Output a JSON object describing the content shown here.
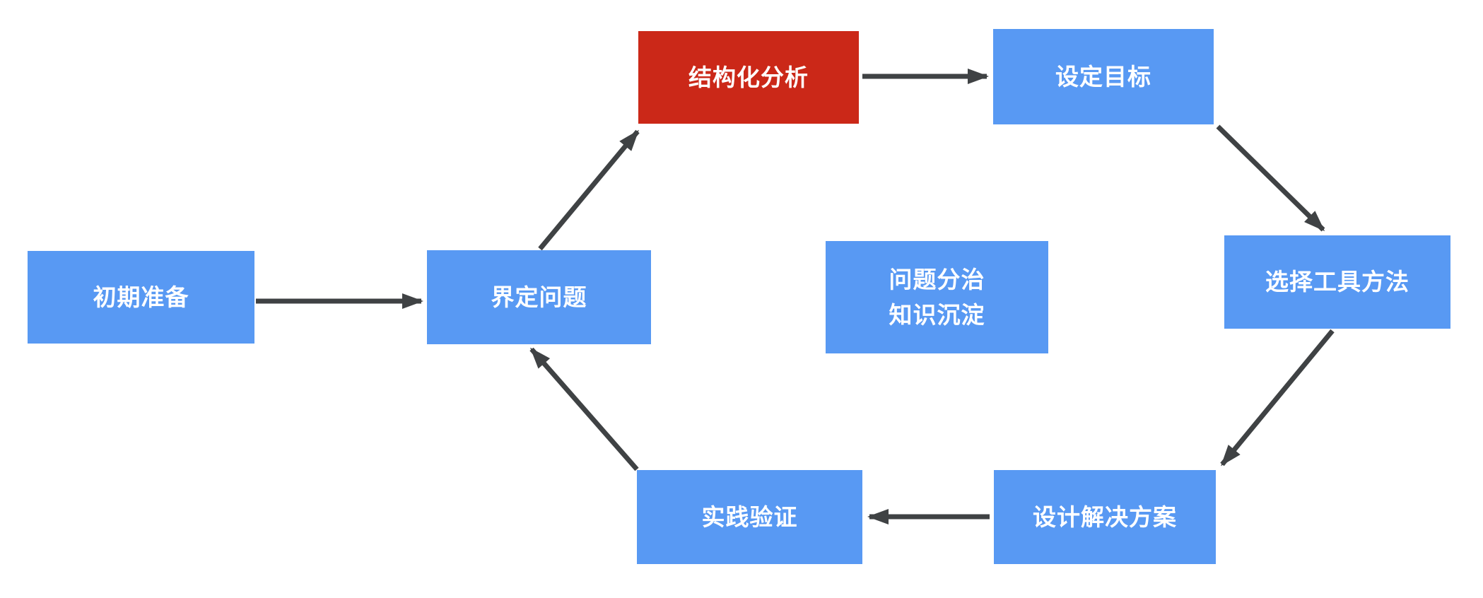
{
  "diagram": {
    "type": "flowchart",
    "background": "#FFFFFF",
    "nodes": {
      "prepare": {
        "label": "初期准备",
        "variant": "blue"
      },
      "define": {
        "label": "界定问题",
        "variant": "blue"
      },
      "analyze": {
        "label": "结构化分析",
        "variant": "red"
      },
      "goal": {
        "label": "设定目标",
        "variant": "blue"
      },
      "tools": {
        "label": "选择工具方法",
        "variant": "blue"
      },
      "divide": {
        "line1": "问题分治",
        "line2": "知识沉淀",
        "variant": "blue"
      },
      "design": {
        "label": "设计解决方案",
        "variant": "blue"
      },
      "practice": {
        "label": "实践验证",
        "variant": "blue"
      }
    },
    "edges": [
      {
        "from": "初期准备",
        "to": "界定问题"
      },
      {
        "from": "界定问题",
        "to": "结构化分析"
      },
      {
        "from": "结构化分析",
        "to": "设定目标"
      },
      {
        "from": "设定目标",
        "to": "选择工具方法"
      },
      {
        "from": "选择工具方法",
        "to": "设计解决方案"
      },
      {
        "from": "设计解决方案",
        "to": "实践验证"
      },
      {
        "from": "实践验证",
        "to": "界定问题"
      }
    ]
  },
  "colors": {
    "node_blue": "#5899F3",
    "node_red": "#CB2818",
    "arrow": "#3F4244",
    "node_text": "#FFFFFF",
    "canvas_bg": "#FFFFFF"
  }
}
